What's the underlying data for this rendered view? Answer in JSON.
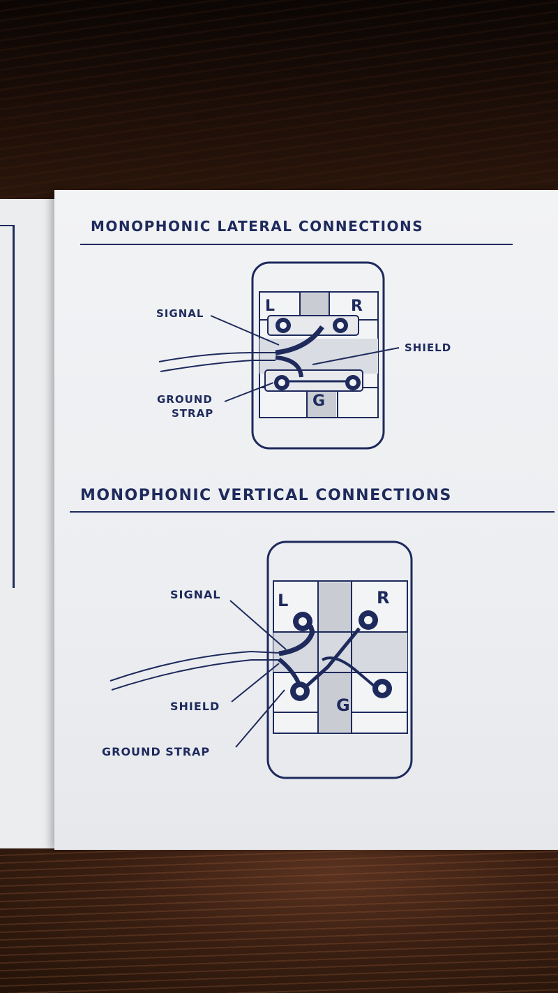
{
  "lateral": {
    "title": "MONOPHONIC LATERAL CONNECTIONS",
    "labels": {
      "signal": "SIGNAL",
      "shield": "SHIELD",
      "ground": "GROUND",
      "strap": "STRAP"
    },
    "terminals": {
      "left": "L",
      "right": "R",
      "ground": "G"
    }
  },
  "vertical": {
    "title": "MONOPHONIC VERTICAL CONNECTIONS",
    "labels": {
      "signal": "SIGNAL",
      "shield": "SHIELD",
      "ground_strap": "GROUND STRAP"
    },
    "terminals": {
      "left": "L",
      "right": "R",
      "ground": "G"
    }
  },
  "colors": {
    "ink": "#1e2a5c",
    "paper": "#eef0f3",
    "shade": "#c9ccd3"
  }
}
